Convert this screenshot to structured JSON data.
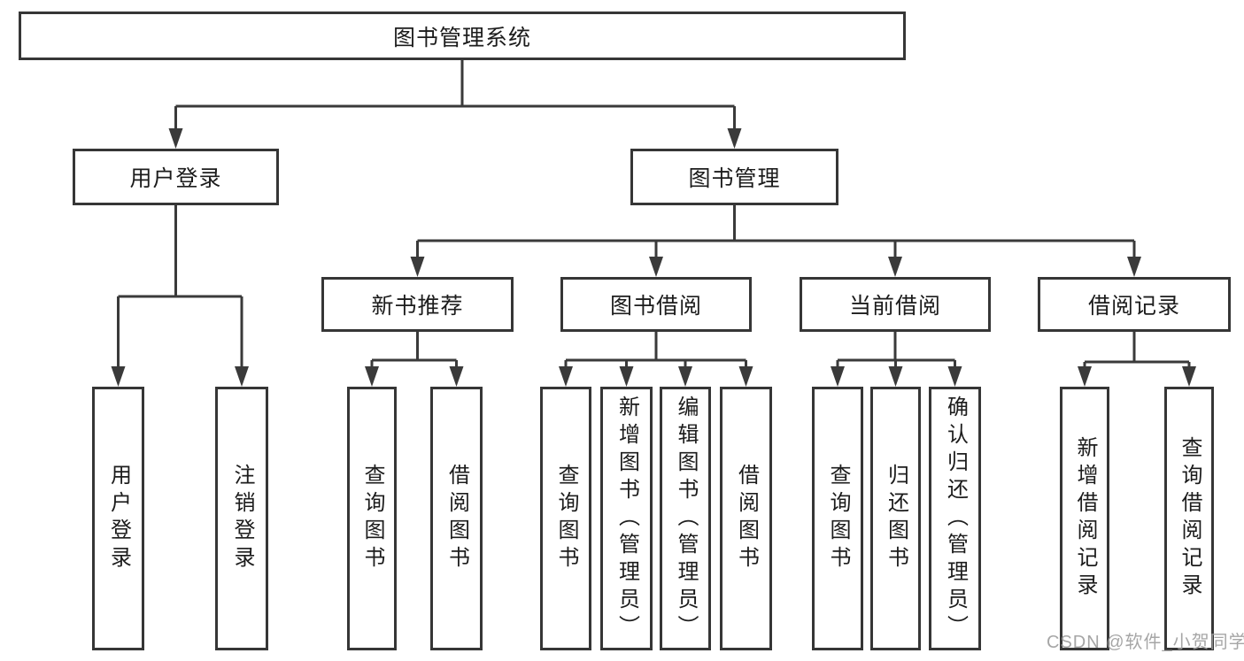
{
  "diagram_type": "hierarchy-tree",
  "colors": {
    "background": "#ffffff",
    "box_border": "#363636",
    "connector_line": "#3a3a3a",
    "text": "#1c1c1c",
    "watermark": "#9e9e9e"
  },
  "tree": {
    "label": "图书管理系统",
    "children": [
      {
        "label": "用户登录",
        "children": [
          {
            "label": "用户登录"
          },
          {
            "label": "注销登录"
          }
        ]
      },
      {
        "label": "图书管理",
        "children": [
          {
            "label": "新书推荐",
            "children": [
              {
                "label": "查询图书"
              },
              {
                "label": "借阅图书"
              }
            ]
          },
          {
            "label": "图书借阅",
            "children": [
              {
                "label": "查询图书"
              },
              {
                "label": "新增图书（管理员）"
              },
              {
                "label": "编辑图书（管理员）"
              },
              {
                "label": "借阅图书"
              }
            ]
          },
          {
            "label": "当前借阅",
            "children": [
              {
                "label": "查询图书"
              },
              {
                "label": "归还图书"
              },
              {
                "label": "确认归还（管理员）"
              }
            ]
          },
          {
            "label": "借阅记录",
            "children": [
              {
                "label": "新增借阅记录"
              },
              {
                "label": "查询借阅记录"
              }
            ]
          }
        ]
      }
    ]
  },
  "watermark": "CSDN @软件_小贺同学"
}
